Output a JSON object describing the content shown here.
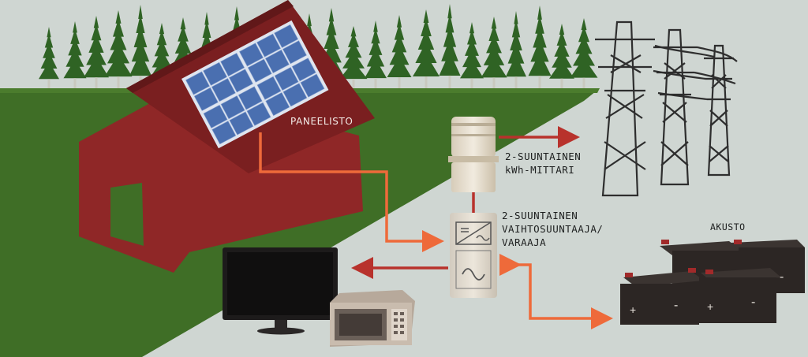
{
  "labels": {
    "panels": "PANEELISTO",
    "meter_line1": "2-SUUNTAINEN",
    "meter_line2": "kWh-MITTARI",
    "inverter_line1": "2-SUUNTAINEN",
    "inverter_line2": "VAIHTOSUUNTAAJA/",
    "inverter_line3": "VARAAJA",
    "battery": "AKUSTO"
  },
  "battery_terminals": {
    "plus": "+",
    "minus": "-"
  },
  "colors": {
    "background": "#cfd6d2",
    "grass": "#3f6e26",
    "trees": "#2f6324",
    "house": "#8f2727",
    "roof": "#7a1f20",
    "solar_panel": "#4a6fb0",
    "flow_arrow": "#ee6a3a",
    "grid_arrow": "#b8322c",
    "battery": "#2c2624",
    "battery_cap": "#a12a2a",
    "pylon": "#2e2e2e"
  }
}
